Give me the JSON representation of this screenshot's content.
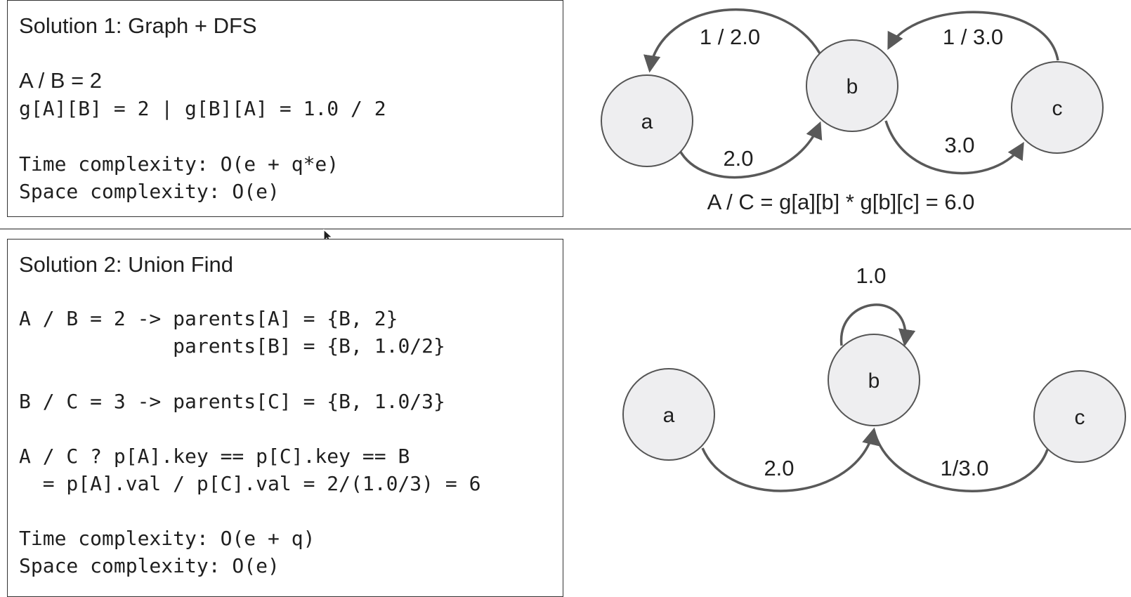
{
  "solution1": {
    "title": "Solution 1: Graph + DFS",
    "example": "A / B = 2",
    "assignment": "g[A][B] = 2 | g[B][A] = 1.0 / 2",
    "time": "Time complexity: O(e + q*e)",
    "space": "Space complexity: O(e)"
  },
  "solution2": {
    "title": "Solution 2: Union Find",
    "lines": [
      "A / B = 2 -> parents[A] = {B, 2}",
      "             parents[B] = {B, 1.0/2}",
      "B / C = 3 -> parents[C] = {B, 1.0/3}",
      "A / C ? p[A].key == p[C].key == B",
      "  = p[A].val / p[C].val = 2/(1.0/3) = 6"
    ],
    "time": "Time complexity: O(e + q)",
    "space": "Space complexity: O(e)"
  },
  "graph1": {
    "nodes": [
      "a",
      "b",
      "c"
    ],
    "edge_labels": [
      "1 / 2.0",
      "2.0",
      "1 / 3.0",
      "3.0"
    ],
    "caption": "A / C = g[a][b] * g[b][c] = 6.0"
  },
  "graph2": {
    "nodes": [
      "a",
      "b",
      "c"
    ],
    "edge_labels": [
      "1.0",
      "2.0",
      "1/3.0"
    ]
  },
  "colors": {
    "node_fill": "#eeeef0",
    "node_stroke": "#555555",
    "edge": "#595959",
    "panel_border": "#333333",
    "divider": "#8a8a8a"
  }
}
